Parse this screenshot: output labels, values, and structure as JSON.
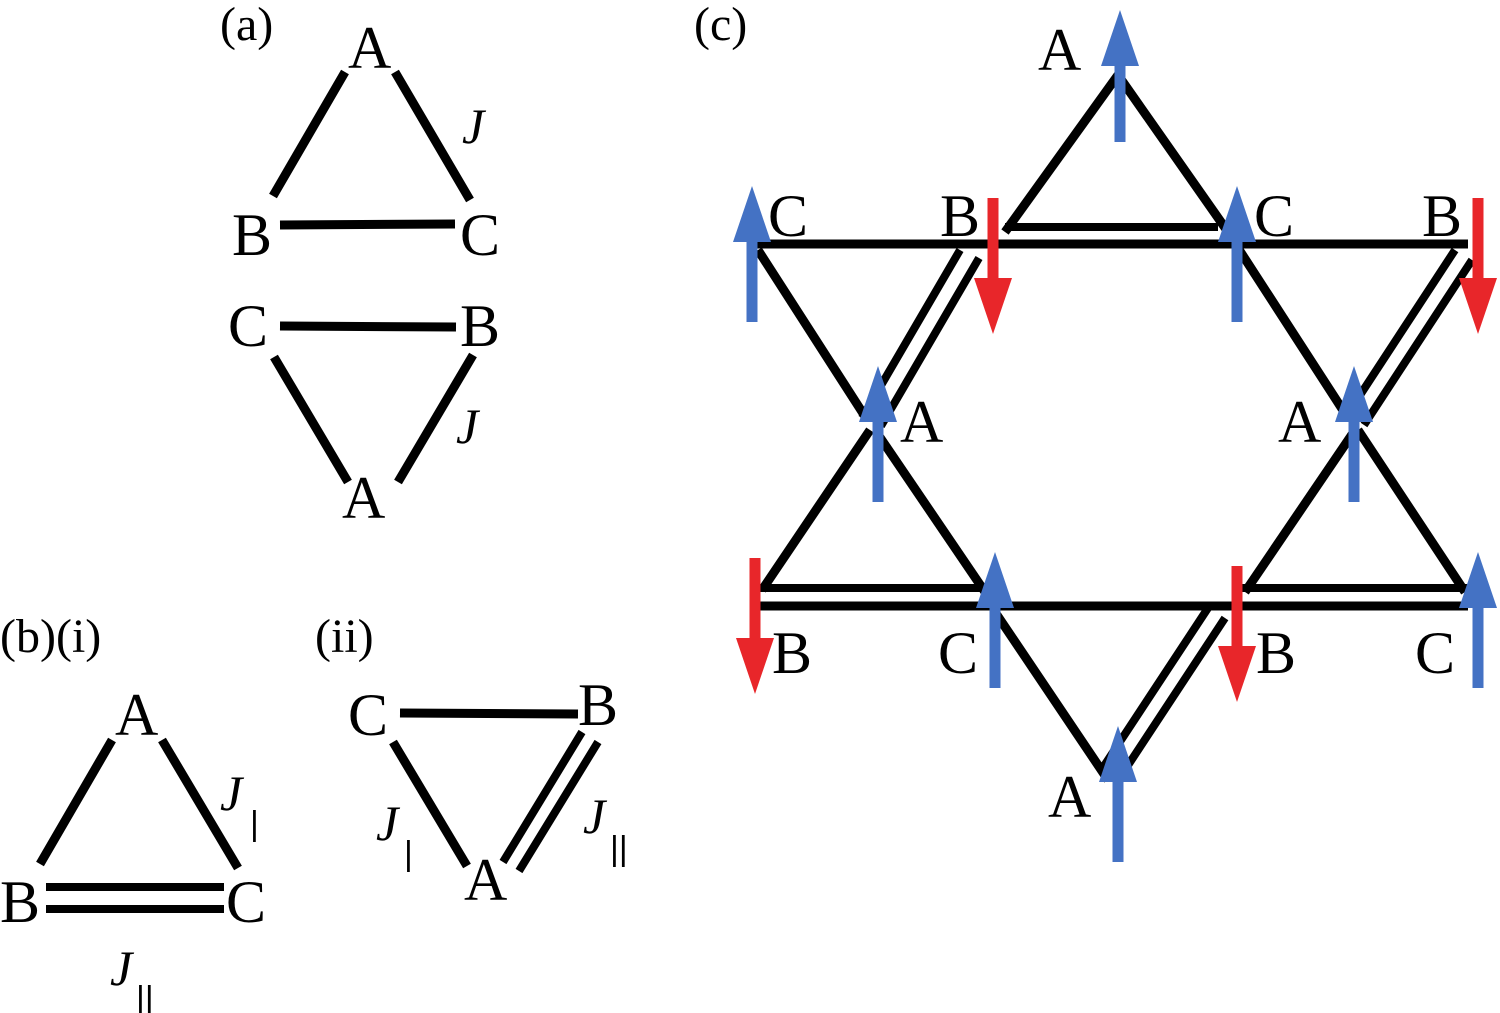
{
  "panels": {
    "a": {
      "label": "(a)",
      "J": "J",
      "top_triangle": {
        "A": "A",
        "B": "B",
        "C": "C"
      },
      "bottom_triangle": {
        "C": "C",
        "B": "B",
        "A": "A"
      }
    },
    "b": {
      "label": "(b)(i)",
      "J_perp": "J",
      "J_perp_sub": "|",
      "J_par": "J",
      "J_par_sub": "||",
      "A": "A",
      "B": "B",
      "C": "C"
    },
    "b_ii": {
      "label": "(ii)",
      "J_perp": "J",
      "J_perp_sub": "|",
      "J_par": "J",
      "J_par_sub": "||",
      "A": "A",
      "B": "B",
      "C": "C"
    },
    "c": {
      "label": "(c)",
      "sites": {
        "top_A": "A",
        "upper_left_C": "C",
        "upper_mid_B": "B",
        "upper_mid_C": "C",
        "upper_right_B": "B",
        "left_A": "A",
        "right_A": "A",
        "lower_left_B": "B",
        "lower_mid_C": "C",
        "lower_mid_B": "B",
        "lower_right_C": "C",
        "bottom_A": "A"
      },
      "spins": {
        "top_A": "up",
        "upper_left_C": "up",
        "upper_mid_B": "down",
        "upper_mid_C": "up",
        "upper_right_B": "down",
        "left_A": "up",
        "right_A": "up",
        "lower_left_B": "down",
        "lower_mid_C": "up",
        "lower_mid_B": "down",
        "lower_right_C": "up",
        "bottom_A": "up"
      }
    }
  },
  "colors": {
    "spin_up": "#4472c4",
    "spin_down": "#e8262a",
    "bond": "#000000"
  }
}
